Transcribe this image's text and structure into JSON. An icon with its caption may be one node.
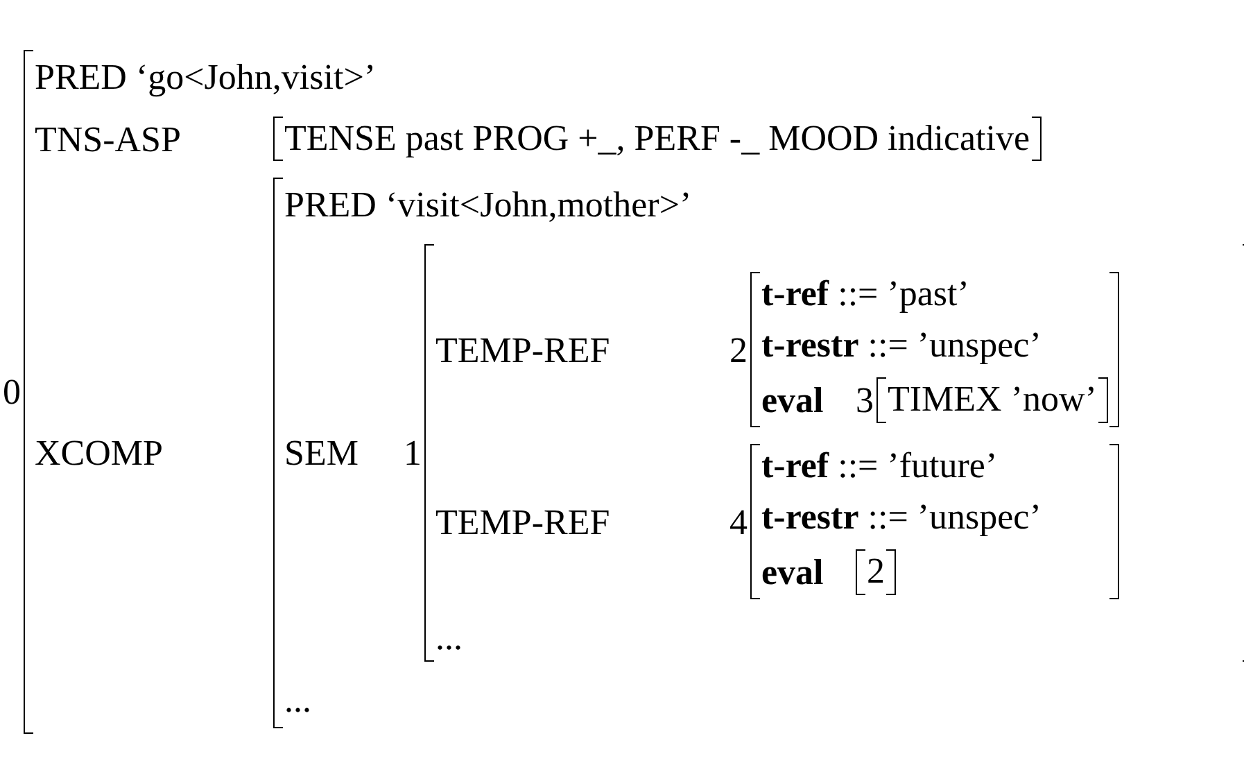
{
  "diagram": {
    "nodes": [
      {
        "text": [
          "PRED ‘go<John,visit>’",
          "TNS-ASP",
          "XCOMP"
        ],
        "beside": [
          "0"
        ]
      },
      {
        "text": [
          "TENSE past PROG +_, PERF -_ MOOD indicative"
        ],
        "in": 0
      },
      {
        "text": [
          "PRED ‘visit<John,mother>’",
          "SEM",
          "..."
        ],
        "in": 0
      },
      {
        "text": [
          "TEMP-REF",
          "TEMP-REF",
          "..."
        ],
        "in": 2,
        "beside": [
          "1"
        ]
      },
      {
        "text": [
          "**t-ref** ::= ’past’",
          "**t-restr** ::= ’unspec’",
          "**eval**"
        ],
        "in": 3,
        "beside": [
          "2"
        ]
      },
      {
        "text": [
          "TIMEX ’now’"
        ],
        "in": 4,
        "beside": [
          "3"
        ]
      },
      {
        "text": [
          "**t-ref** ::= ’future’",
          "**t-restr** ::= ’unspec’",
          "**eval**"
        ],
        "in": 3,
        "beside": [
          "4"
        ]
      },
      {
        "text": [
          "2"
        ],
        "in": 6
      }
    ]
  }
}
